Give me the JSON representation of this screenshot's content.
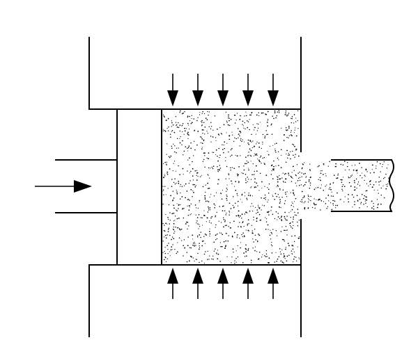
{
  "diagram": {
    "kind": "powder-extrusion-schematic",
    "colors": {
      "stroke": "#000000",
      "background": "#ffffff",
      "powder_fill": "#ffffff",
      "powder_dots": "#000000"
    },
    "icons": {
      "ram_force": "right-arrow-icon",
      "pressure_top": "down-arrow-icon",
      "pressure_bottom": "up-arrow-icon"
    },
    "pressure_arrows_top_count": 5,
    "pressure_arrows_bottom_count": 5
  }
}
